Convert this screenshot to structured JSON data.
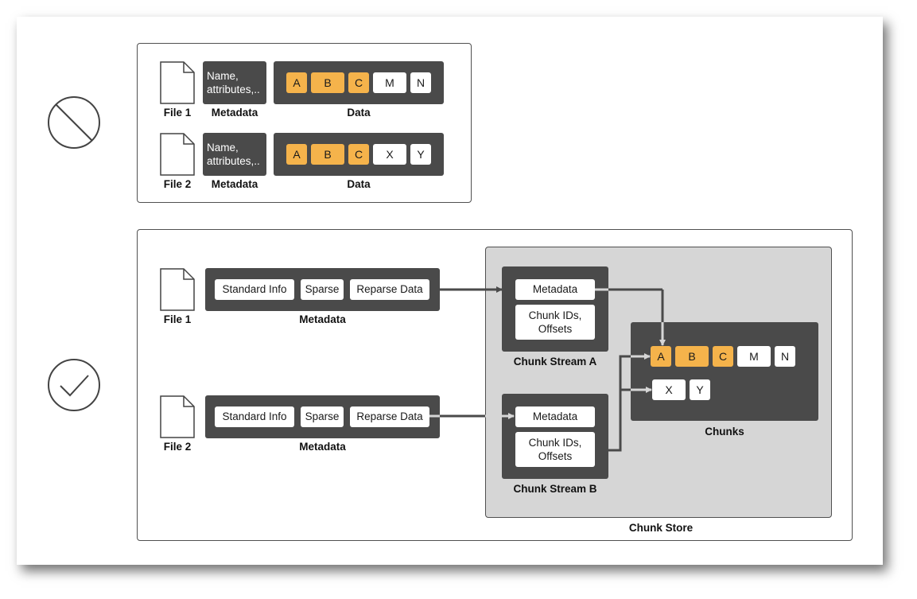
{
  "top": {
    "rows": [
      {
        "file": "File 1",
        "meta_label": "Metadata",
        "meta_text": "Name,\nattributes,..",
        "data_label": "Data",
        "chunks": [
          "A",
          "B",
          "C",
          "M",
          "N"
        ]
      },
      {
        "file": "File 2",
        "meta_label": "Metadata",
        "meta_text": "Name,\nattributes,..",
        "data_label": "Data",
        "chunks": [
          "A",
          "B",
          "C",
          "X",
          "Y"
        ]
      }
    ],
    "status_icon": "prohibited-icon"
  },
  "bottom": {
    "status_icon": "checkmark-icon",
    "rows": [
      {
        "file": "File 1",
        "fields": [
          "Standard Info",
          "Sparse",
          "Reparse Data"
        ],
        "meta_label": "Metadata",
        "stream_meta": "Metadata",
        "stream_ids": "Chunk IDs,\nOffsets",
        "stream_label": "Chunk Stream A"
      },
      {
        "file": "File 2",
        "fields": [
          "Standard Info",
          "Sparse",
          "Reparse Data"
        ],
        "meta_label": "Metadata",
        "stream_meta": "Metadata",
        "stream_ids": "Chunk IDs,\nOffsets",
        "stream_label": "Chunk Stream B"
      }
    ],
    "chunks_row1": [
      "A",
      "B",
      "C",
      "M",
      "N"
    ],
    "chunks_row2": [
      "X",
      "Y"
    ],
    "chunks_label": "Chunks",
    "store_label": "Chunk Store"
  },
  "colors": {
    "dark": "#4a4a4a",
    "orange": "#f5b34b",
    "store_bg": "#d6d6d6"
  }
}
